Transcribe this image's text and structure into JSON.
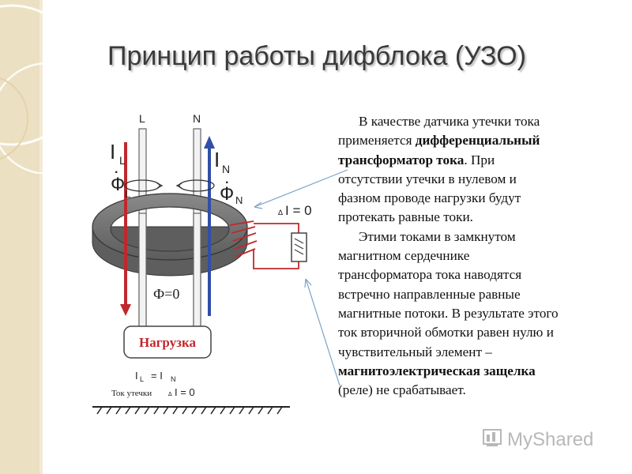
{
  "slide": {
    "title": "Принцип работы дифблока (УЗО)",
    "accent_color": "#ece0c2"
  },
  "diagram": {
    "label_L": "L",
    "label_N": "N",
    "label_IL_main": "I",
    "label_IL_sub": "L",
    "label_IN_main": "I",
    "label_IN_sub": "N",
    "label_PhiL_main": "Ф",
    "label_PhiL_sub": "L",
    "label_PhiN_main": "Ф",
    "label_PhiN_sub": "N",
    "label_delta_right": "∆",
    "label_dI_right": "I = 0",
    "label_phi_zero": "Ф=0",
    "label_load": "Нагрузка",
    "label_eq_main": "I",
    "label_eq_L": "L",
    "label_eq_mid": "= I",
    "label_eq_N": "N",
    "label_leak": "Ток утечки",
    "label_delta_bottom": "∆",
    "label_dI_bottom": "I = 0",
    "color_phase": "#c0282c",
    "color_neutral": "#2f4fa8"
  },
  "text": {
    "p1_l1": "В качестве датчика утечки тока",
    "p1_l2_a": "применяется ",
    "p1_l2_b": "дифференциальный",
    "p1_l3_a": "трансформатор тока",
    "p1_l3_b": ". При",
    "p1_l4": "отсутствии утечки в нулевом и",
    "p1_l5": "фазном проводе нагрузки будут",
    "p1_l6": "протекать равные токи.",
    "p2_l1": "Этими токами в замкнутом",
    "p2_l2": "магнитном сердечнике",
    "p2_l3": "трансформатора тока наводятся",
    "p2_l4": "встречно направленные равные",
    "p2_l5": "магнитные потоки. В результате этого",
    "p2_l6": "ток вторичной обмотки равен нулю и",
    "p2_l7": "чувствительный элемент –",
    "p2_l8": "магнитоэлектрическая защелка",
    "p2_l9": "(реле) не срабатывает."
  },
  "watermark": {
    "text": "MyShared"
  }
}
